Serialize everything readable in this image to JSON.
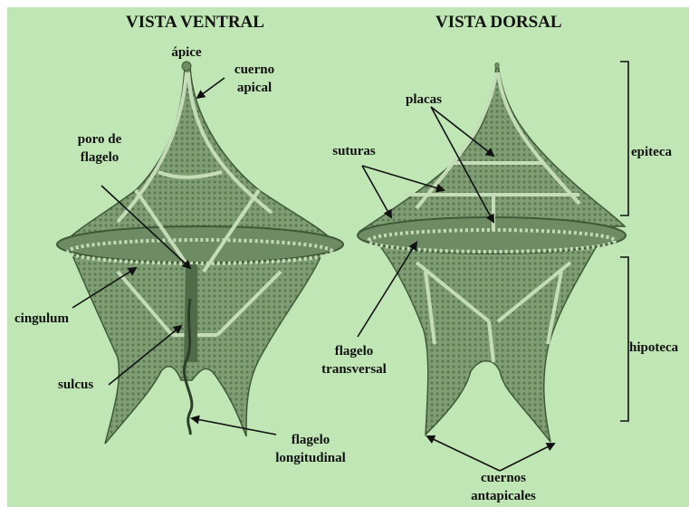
{
  "titles": {
    "ventral": "VISTA VENTRAL",
    "dorsal": "VISTA DORSAL"
  },
  "labels": {
    "apice": "ápice",
    "cuerno_apical_1": "cuerno",
    "cuerno_apical_2": "apical",
    "poro_1": "poro de",
    "poro_2": "flagelo",
    "cingulum": "cingulum",
    "sulcus": "sulcus",
    "flagelo_long_1": "flagelo",
    "flagelo_long_2": "longitudinal",
    "placas": "placas",
    "suturas": "suturas",
    "flagelo_trans_1": "flagelo",
    "flagelo_trans_2": "transversal",
    "epiteca": "epiteca",
    "hipoteca": "hipoteca",
    "cuernos_1": "cuernos",
    "cuernos_2": "antapicales"
  },
  "colors": {
    "background": "#bfe6b4",
    "body_fill": "#7f9e74",
    "body_dark": "#4f6b47",
    "plate_suture": "#c4dcb8"
  }
}
